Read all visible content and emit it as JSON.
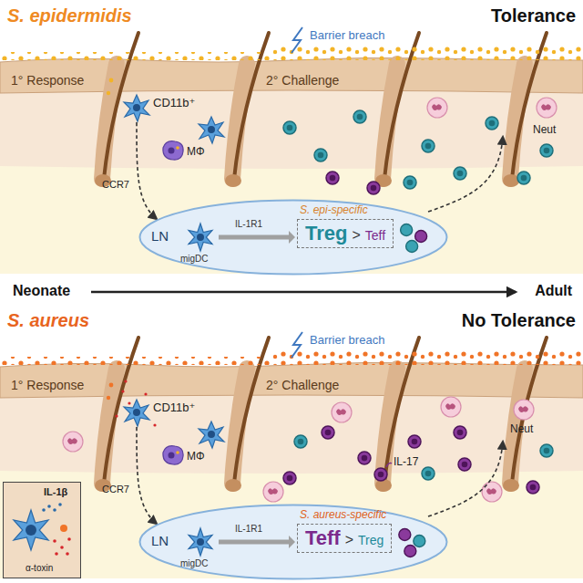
{
  "diagram": {
    "nodes": [
      {
        "text": [
          "LN"
        ]
      },
      {
        "text": [
          "S. epi-specific",
          "Treg",
          ">",
          "Teff"
        ],
        "in": 0
      },
      {
        "text": [
          "LN"
        ]
      },
      {
        "text": [
          "S. aureus-specific",
          "Teff",
          ">",
          "Treg"
        ],
        "in": 2
      },
      {
        "text": [
          "IL-1β",
          "α-toxin"
        ]
      }
    ],
    "labels": [
      "S. epidermidis",
      "Tolerance",
      "Barrier breach",
      "1° Response",
      "2° Challenge",
      "CD11b⁺",
      "MΦ",
      "Neut",
      "CCR7",
      "IL-1R1",
      "migDC",
      "Neonate",
      "Adult",
      "S. aureus",
      "No Tolerance",
      "Barrier breach",
      "1° Response",
      "2° Challenge",
      "CD11b⁺",
      "MΦ",
      "IL-17",
      "Neut",
      "CCR7",
      "IL-1R1",
      "migDC"
    ]
  }
}
